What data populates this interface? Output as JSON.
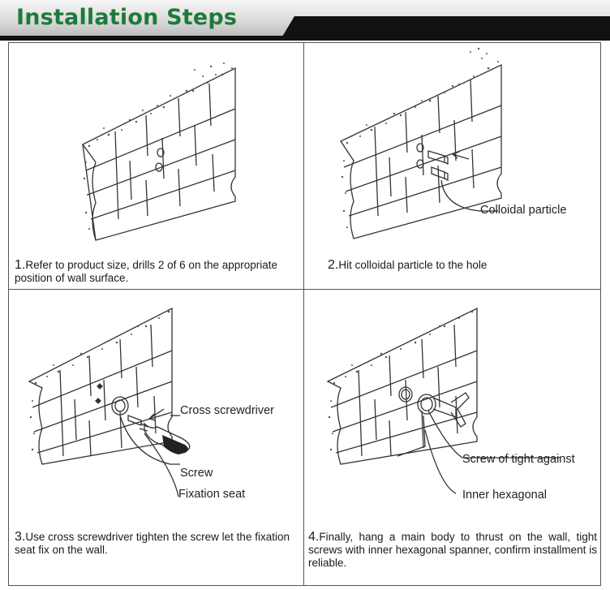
{
  "title": "Installation Steps",
  "steps": [
    {
      "number": "1.",
      "text": "Refer to product size, drills 2 of  6 on the appropriate position of wall surface."
    },
    {
      "number": "2.",
      "text": "Hit colloidal particle to the hole",
      "labels": [
        "Colloidal particle"
      ]
    },
    {
      "number": "3.",
      "text": "Use cross screwdriver tighten the screw let the fixation seat fix on the wall.",
      "labels": [
        "Cross screwdriver",
        "Screw",
        "Fixation seat"
      ]
    },
    {
      "number": "4.",
      "text": "Finally, hang a main body to thrust on the wall, tight screws with inner hexagonal spanner, confirm installment is reliable.",
      "labels": [
        "Screw of tight against",
        "Inner hexagonal"
      ]
    }
  ],
  "colors": {
    "title": "#1f7a3a",
    "header_bar": "#111111",
    "line": "#333333"
  }
}
